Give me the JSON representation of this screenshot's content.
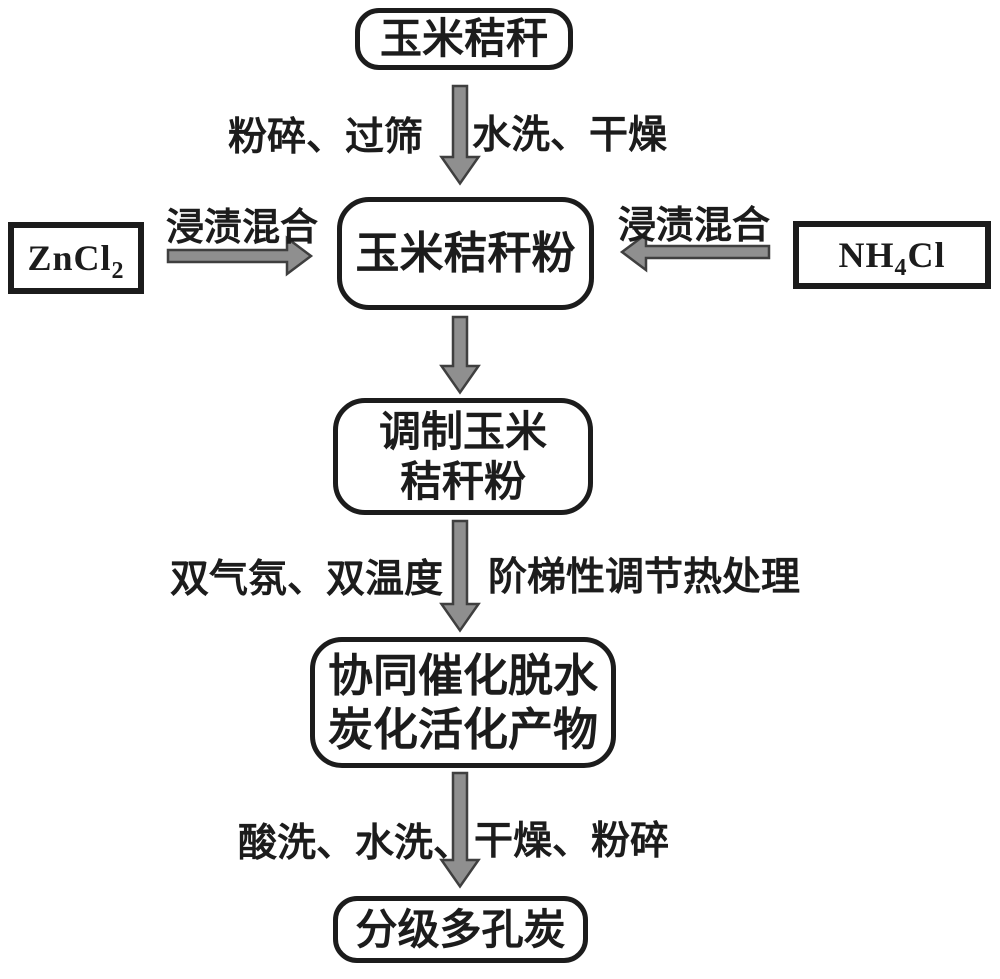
{
  "colors": {
    "background": "#ffffff",
    "box_border": "#1c1c1c",
    "text": "#1c1c1c",
    "arrow_fill": "#8f8f8f",
    "arrow_stroke": "#3f3f3f"
  },
  "nodes": {
    "corn_stalk": "玉米秸秆",
    "corn_stalk_powder": "玉米秸秆粉",
    "zncl2_main": "ZnCl",
    "zncl2_sub": "2",
    "nh4cl_pre": "NH",
    "nh4cl_sub": "4",
    "nh4cl_post": "Cl",
    "prepared_powder_line1": "调制玉米",
    "prepared_powder_line2": "秸秆粉",
    "activated_product_line1": "协同催化脱水",
    "activated_product_line2": "炭化活化产物",
    "hierarchical_porous_carbon": "分级多孔炭"
  },
  "edge_labels": {
    "crush_sieve": "粉碎、过筛",
    "wash_dry": "水洗、干燥",
    "impregnate_mix_left": "浸渍混合",
    "impregnate_mix_right": "浸渍混合",
    "dual_atmosphere_dual_temp": "双气氛、双温度",
    "stepwise_heat_treatment": "阶梯性调节热处理",
    "acid_wash_water_wash": "酸洗、水洗、",
    "dry_crush": "干燥、粉碎"
  }
}
